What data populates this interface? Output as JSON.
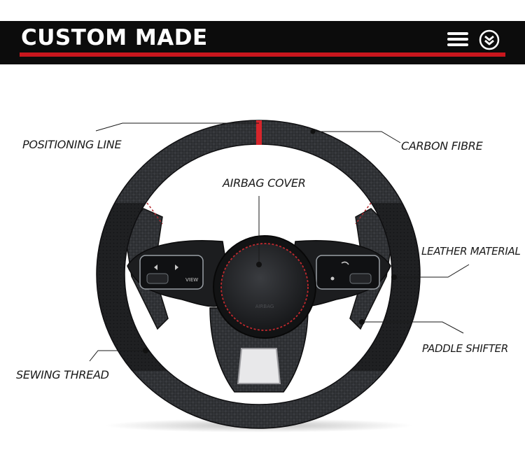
{
  "header": {
    "title": "CUSTOM MADE",
    "accent_color": "#c8161d",
    "background_color": "#0c0c0c"
  },
  "icons": {
    "menu": "menu-icon",
    "expand": "chevron-down-circle-icon"
  },
  "product": {
    "image": "steering-wheel-photo",
    "airbag_embossed_text": "AIRBAG",
    "left_button_labels": [
      "VIEW"
    ]
  },
  "labels": {
    "positioning_line": "POSITIONING  LINE",
    "carbon_fibre": "CARBON FIBRE",
    "airbag_cover": "AIRBAG COVER",
    "leather_material": "LEATHER MATERIAL",
    "paddle_shifter": "PADDLE SHIFTER",
    "sewing_thread": "SEWING THREAD"
  }
}
